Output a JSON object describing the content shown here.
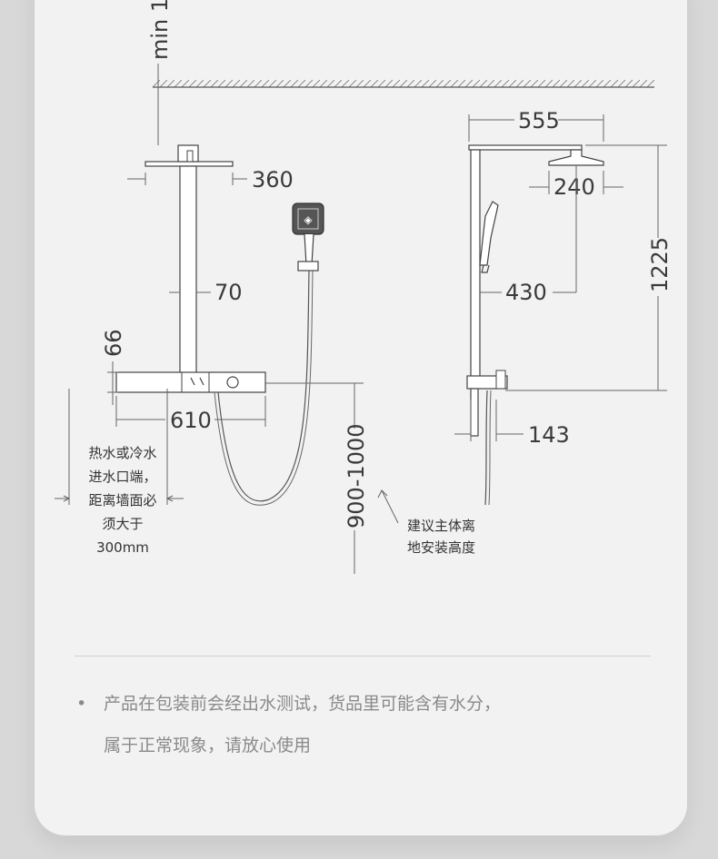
{
  "dimensions": {
    "min_height": "min 1",
    "d360": "360",
    "d70": "70",
    "d66": "66",
    "d610": "610",
    "d555": "555",
    "d240": "240",
    "d430": "430",
    "d1225": "1225",
    "d143": "143",
    "d900_1000": "900-1000"
  },
  "notes": {
    "inlet": [
      "热水或冷水",
      "进水口端，",
      "距离墙面必",
      "须大于",
      "300mm"
    ],
    "height": [
      "建议主体离",
      "地安装高度"
    ]
  },
  "footer": {
    "bullet": "•",
    "line1": "产品在包装前会经出水测试，货品里可能含有水分，",
    "line2": "属于正常现象，请放心使用"
  }
}
